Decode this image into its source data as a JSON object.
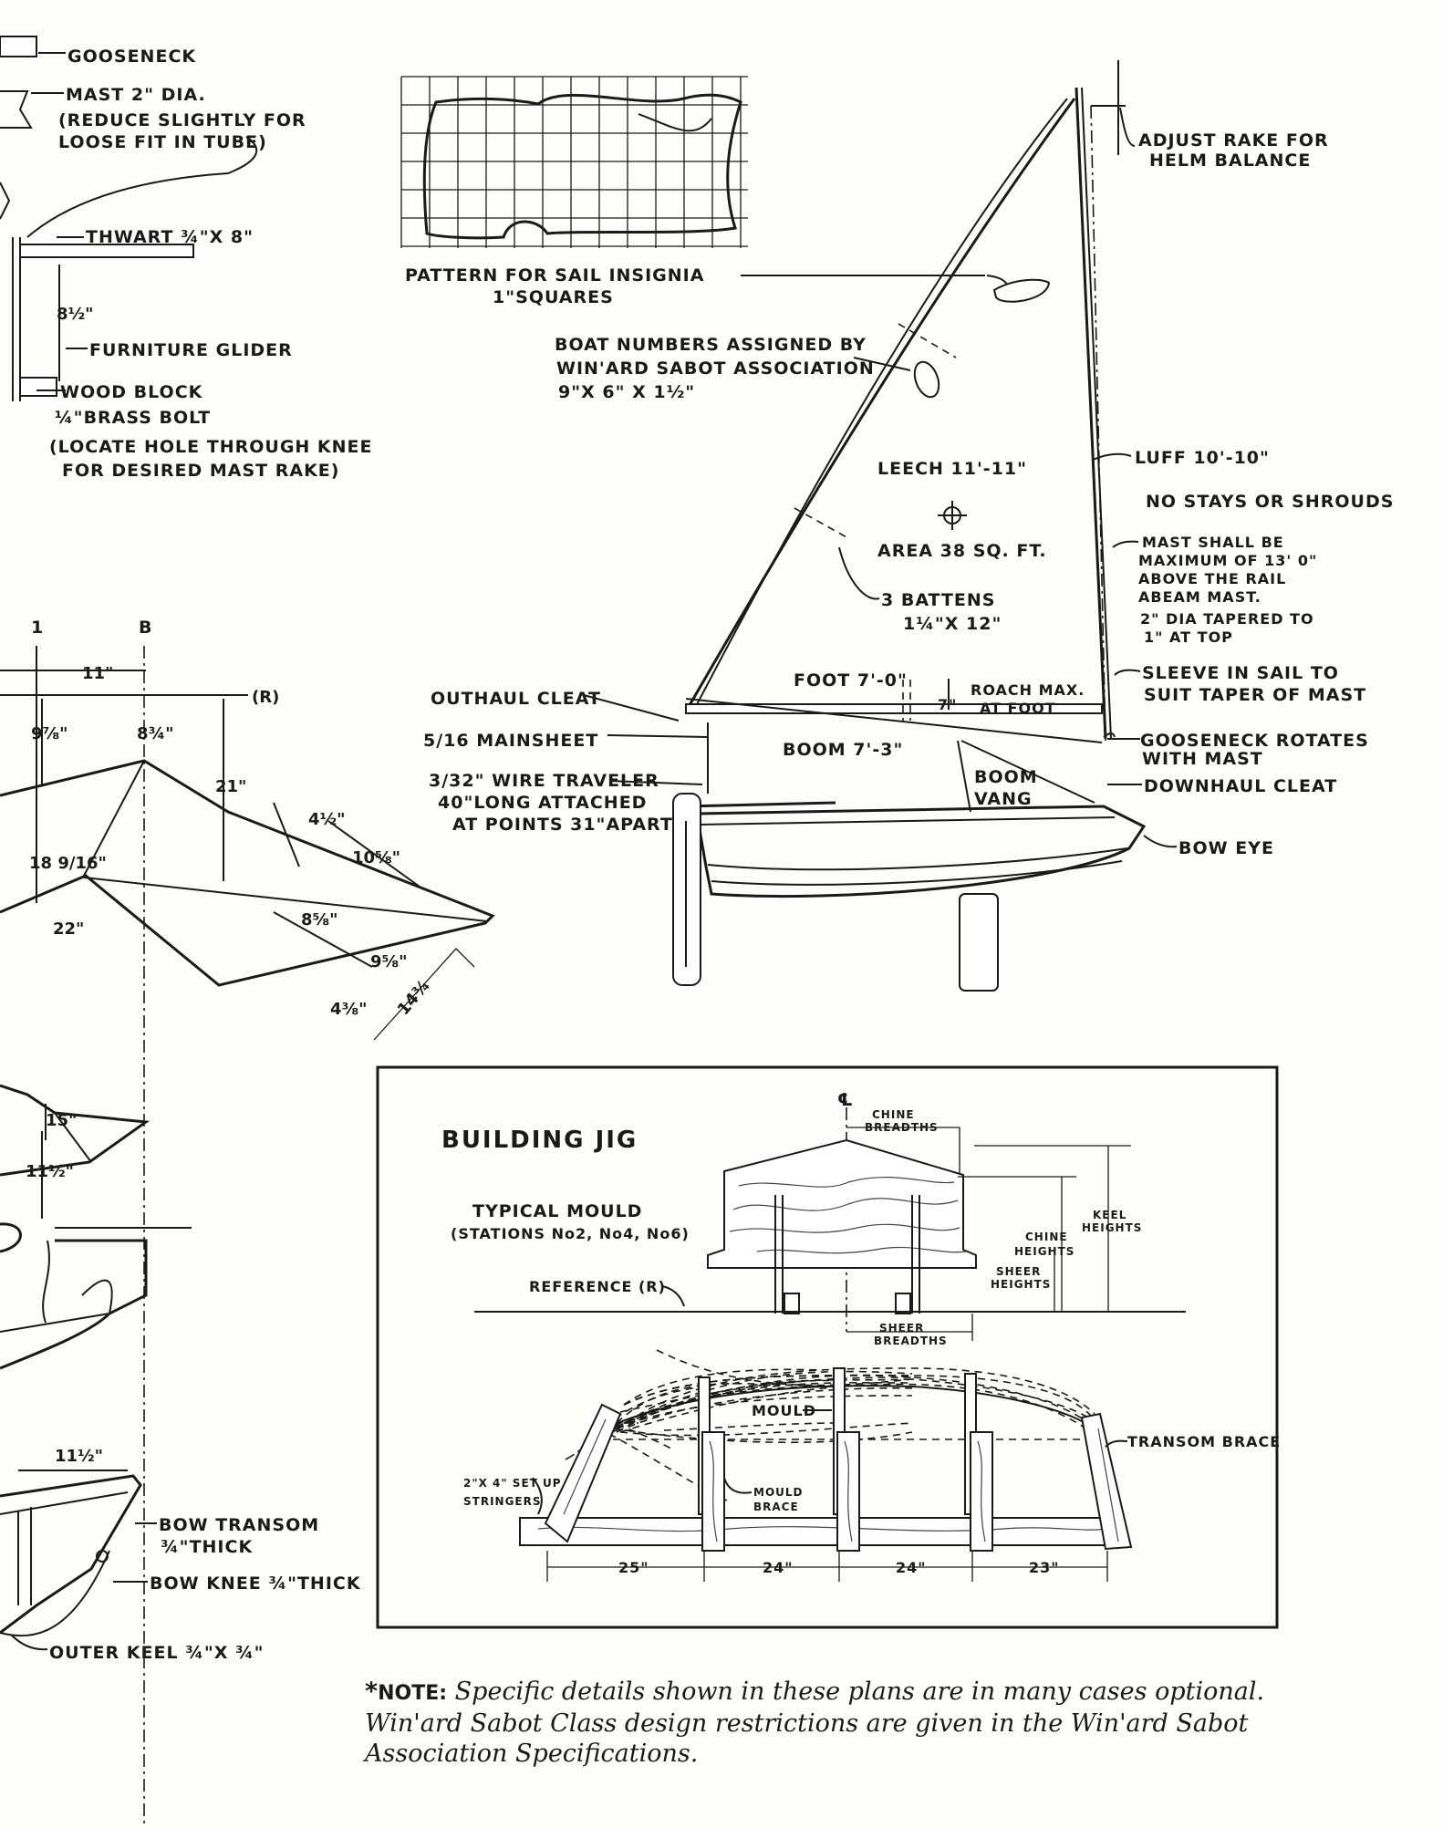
{
  "labels": {
    "gooseneck_top": "GOOSENECK",
    "mast_dia": "MAST 2\" DIA.",
    "mast_reduce_1": "(REDUCE SLIGHTLY FOR",
    "mast_reduce_2": "LOOSE FIT IN TUBE)",
    "thwart": "THWART ¾\"X 8\"",
    "dim_8_half": "8½\"",
    "furniture_glider": "FURNITURE GLIDER",
    "wood_block": "WOOD BLOCK",
    "brass_bolt": "¼\"BRASS BOLT",
    "locate_hole_1": "(LOCATE HOLE THROUGH KNEE",
    "locate_hole_2": "FOR DESIRED MAST RAKE)",
    "pattern_1": "PATTERN FOR SAIL INSIGNIA",
    "pattern_2": "1\"SQUARES",
    "boat_numbers_1": "BOAT NUMBERS ASSIGNED BY",
    "boat_numbers_2": "WIN'ARD SABOT ASSOCIATION",
    "boat_numbers_3": "9\"X 6\" X 1½\"",
    "adjust_rake_1": "ADJUST RAKE FOR",
    "adjust_rake_2": "HELM BALANCE",
    "leech": "LEECH 11'-11\"",
    "luff": "LUFF 10'-10\"",
    "no_stays": "NO STAYS OR SHROUDS",
    "area": "AREA 38 SQ. FT.",
    "battens_1": "3 BATTENS",
    "battens_2": "1¼\"X 12\"",
    "mast_max_1": "MAST SHALL BE",
    "mast_max_2": "MAXIMUM OF 13' 0\"",
    "mast_max_3": "ABOVE THE RAIL",
    "mast_max_4": "ABEAM MAST.",
    "mast_max_5": "2\" DIA TAPERED TO",
    "mast_max_6": "1\" AT TOP",
    "foot": "FOOT 7'-0\"",
    "roach_1": "ROACH MAX.",
    "roach_2": "AT FOOT",
    "roach_val": "7\"",
    "sleeve_1": "SLEEVE IN SAIL TO",
    "sleeve_2": "SUIT TAPER OF MAST",
    "outhaul": "OUTHAUL CLEAT",
    "mainsheet": "5/16 MAINSHEET",
    "boom": "BOOM 7'-3\"",
    "boom_vang_1": "BOOM",
    "boom_vang_2": "VANG",
    "gooseneck_rot_1": "GOOSENECK ROTATES",
    "gooseneck_rot_2": "WITH MAST",
    "downhaul": "DOWNHAUL CLEAT",
    "bow_eye": "BOW EYE",
    "traveler_1": "3/32\" WIRE TRAVELER",
    "traveler_2": "40\"LONG ATTACHED",
    "traveler_3": "AT POINTS 31\"APART",
    "station_1": "1",
    "station_b": "B",
    "dim_11": "11\"",
    "dim_r": "(R)",
    "dim_9_7_8": "9⅞\"",
    "dim_8_3_4": "8¾\"",
    "dim_21": "21\"",
    "dim_18_9_16": "18 9/16\"",
    "dim_22": "22\"",
    "dim_4_1_2": "4½\"",
    "dim_10_5_8": "10⅝\"",
    "dim_8_5_8": "8⅝\"",
    "dim_9_5_8": "9⅝\"",
    "dim_4_3_8": "4⅜\"",
    "dim_14_3_4": "14¾",
    "dim_15": "15\"",
    "dim_11_half": "11½\"",
    "dim_11_half_b": "11½\"",
    "bow_transom_1": "BOW TRANSOM",
    "bow_transom_2": "¾\"THICK",
    "bow_knee": "BOW KNEE ¾\"THICK",
    "outer_keel": "OUTER KEEL ¾\"X ¾\"",
    "jig_title": "BUILDING JIG",
    "typical_mould": "TYPICAL MOULD",
    "stations": "(STATIONS No2, No4, No6)",
    "centerline": "℄",
    "chine_breadths_1": "CHINE",
    "chine_breadths_2": "BREADTHS",
    "keel_heights_1": "KEEL",
    "keel_heights_2": "HEIGHTS",
    "chine_heights_1": "CHINE",
    "chine_heights_2": "HEIGHTS",
    "sheer_heights_1": "SHEER",
    "sheer_heights_2": "HEIGHTS",
    "reference": "REFERENCE (R)",
    "sheer_breadths_1": "SHEER",
    "sheer_breadths_2": "BREADTHS",
    "mould": "MOULD",
    "mould_brace_1": "MOULD",
    "mould_brace_2": "BRACE",
    "transom_brace": "TRANSOM BRACE",
    "stringers_1": "2\"X 4\" SET UP",
    "stringers_2": "STRINGERS",
    "jig_dim_1": "25\"",
    "jig_dim_2": "24\"",
    "jig_dim_3": "24\"",
    "jig_dim_4": "23\""
  },
  "note": {
    "star": "*",
    "head": "NOTE:",
    "text": "Specific details shown in these plans are in many cases optional. Win'ard Sabot Class design restrictions are given in the Win'ard Sabot Association Specifications."
  }
}
